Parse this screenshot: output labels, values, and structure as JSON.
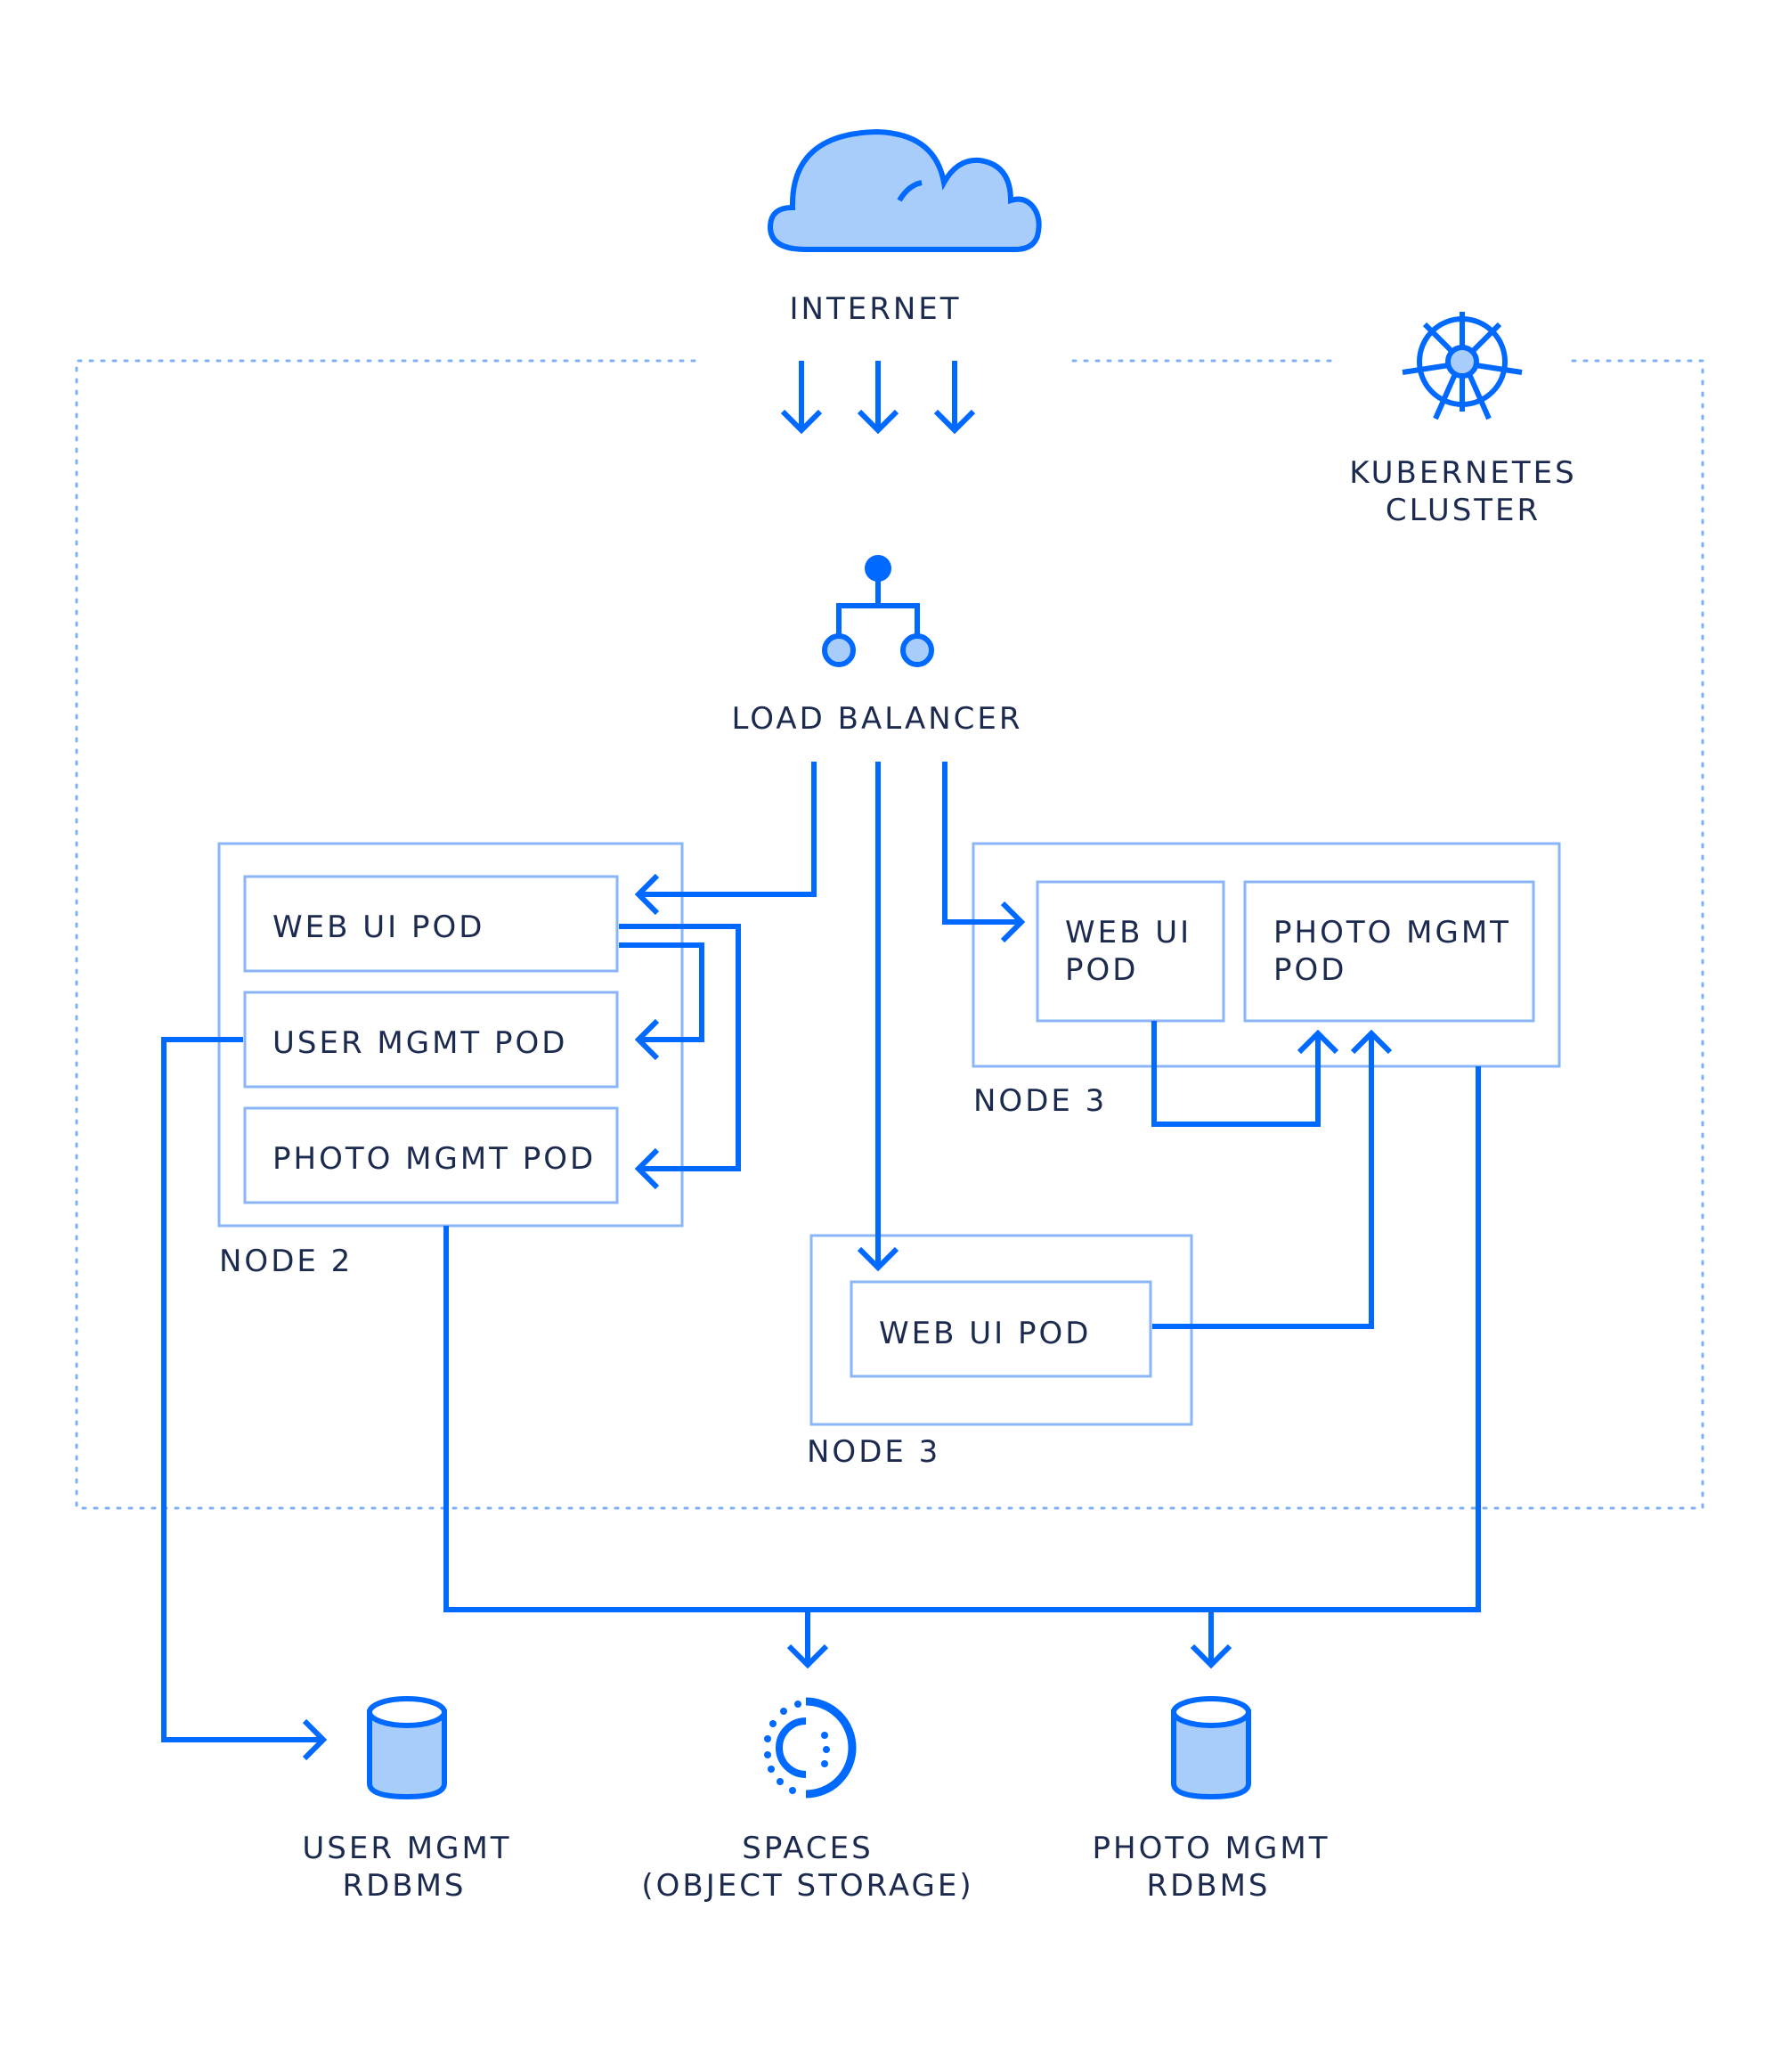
{
  "colors": {
    "accent": "#0069ff",
    "box_border": "#8ab6f8",
    "icon_fill": "#a9cdfb",
    "text": "#1b2a4e",
    "cluster_border": "#7fb0f5"
  },
  "internet": {
    "label": "INTERNET",
    "icon": "cloud-icon"
  },
  "cluster": {
    "label_line1": "KUBERNETES",
    "label_line2": "CLUSTER",
    "icon": "kubernetes-helm-icon"
  },
  "load_balancer": {
    "label": "LOAD BALANCER",
    "icon": "load-balancer-icon"
  },
  "node_left": {
    "label": "NODE 2",
    "pods": [
      "WEB UI POD",
      "USER MGMT POD",
      "PHOTO MGMT POD"
    ]
  },
  "node_right": {
    "label": "NODE 3",
    "pod_web_line1": "WEB UI",
    "pod_web_line2": "POD",
    "pod_photo_line1": "PHOTO MGMT",
    "pod_photo_line2": "POD"
  },
  "node_center": {
    "label": "NODE 3",
    "pod": "WEB UI POD"
  },
  "storage": {
    "user_db_line1": "USER MGMT",
    "user_db_line2": "RDBMS",
    "spaces_line1": "SPACES",
    "spaces_line2": "(OBJECT STORAGE)",
    "photo_db_line1": "PHOTO MGMT",
    "photo_db_line2": "RDBMS"
  }
}
